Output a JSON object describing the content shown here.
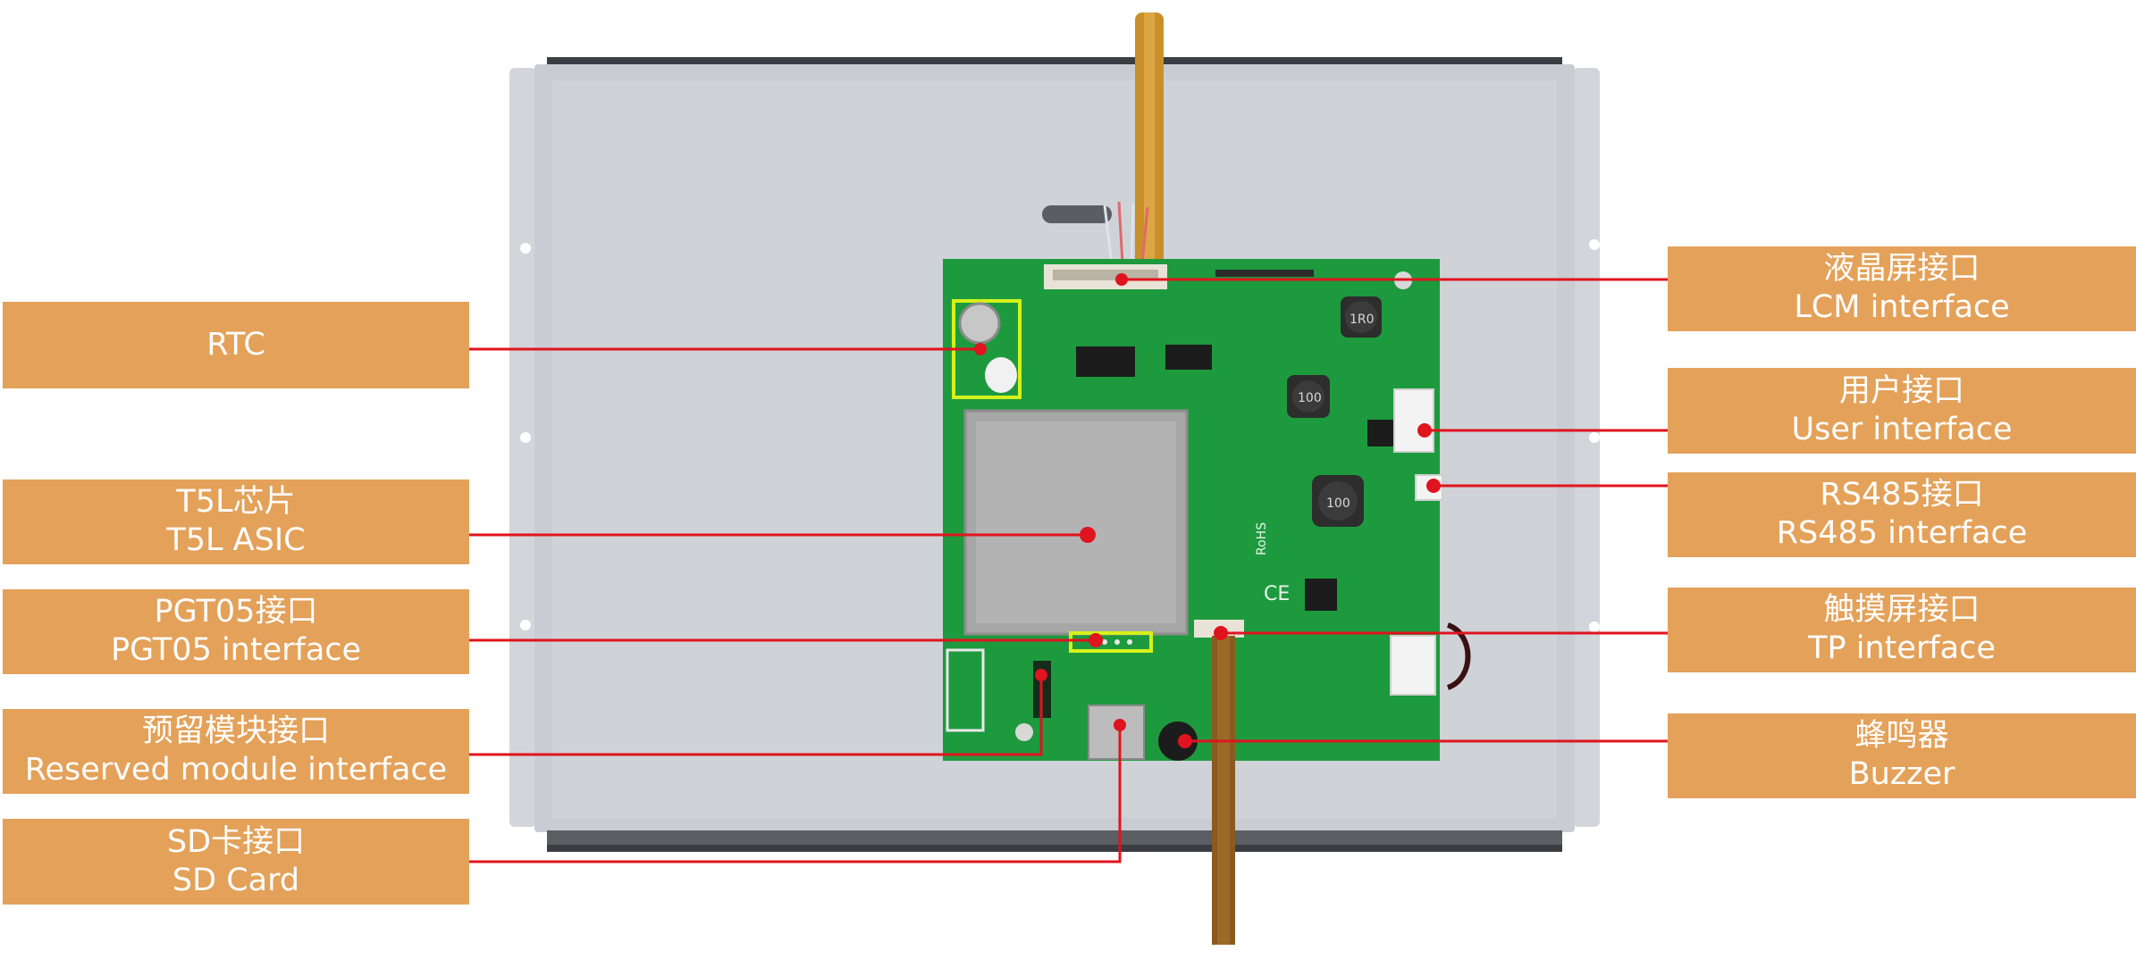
{
  "colors": {
    "label_bg": "#E4A159",
    "callout_line": "#E0141E",
    "pcb_green": "#1E9A3E",
    "panel_metal": "#C9CDD3",
    "highlight_box": "#D4F21A",
    "fpc_amber": "#C9902A"
  },
  "callouts": {
    "left": [
      {
        "cn": "",
        "en": "RTC"
      },
      {
        "cn": "T5L芯片",
        "en": "T5L ASIC"
      },
      {
        "cn": "PGT05接口",
        "en": "PGT05 interface"
      },
      {
        "cn": "预留模块接口",
        "en": "Reserved module interface"
      },
      {
        "cn": "SD卡接口",
        "en": "SD Card"
      }
    ],
    "right": [
      {
        "cn": "液晶屏接口",
        "en": "LCM interface"
      },
      {
        "cn": "用户接口",
        "en": "User interface"
      },
      {
        "cn": "RS485接口",
        "en": "RS485 interface"
      },
      {
        "cn": "触摸屏接口",
        "en": "TP interface"
      },
      {
        "cn": "蜂鸣器",
        "en": "Buzzer"
      }
    ]
  },
  "board_markings": {
    "ce_mark": "CE",
    "rohs_mark": "RoHS",
    "inductor_1": "1R0",
    "inductor_2": "100",
    "inductor_3": "100"
  }
}
